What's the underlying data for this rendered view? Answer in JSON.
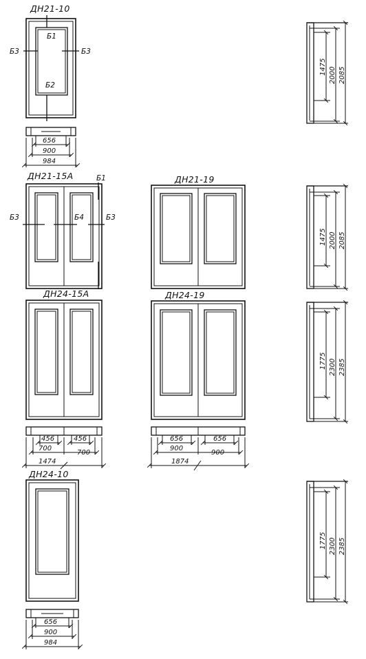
{
  "doors": {
    "dn21_10": {
      "title": "ДН21-10",
      "section_top": "Б1",
      "section_bottom": "Б2",
      "section_left": "Б3",
      "section_right": "Б3",
      "dims": [
        "656",
        "900",
        "984"
      ]
    },
    "dn21_15a": {
      "title": "ДН21-15А",
      "section_top": "Б1",
      "section_left": "Б3",
      "section_mid": "Б4",
      "section_right": "Б3"
    },
    "dn21_19": {
      "title": "ДН21-19"
    },
    "dn24_15a": {
      "title": "ДН24-15А",
      "dims": [
        "456",
        "456",
        "700",
        "700",
        "1474"
      ]
    },
    "dn24_19": {
      "title": "ДН24-19",
      "dims": [
        "656",
        "656",
        "900",
        "900",
        "1874"
      ]
    },
    "dn24_10": {
      "title": "ДН24-10",
      "dims": [
        "656",
        "900",
        "984"
      ]
    }
  },
  "sections": [
    {
      "dims": [
        "1475",
        "2000",
        "2085"
      ]
    },
    {
      "dims": [
        "1475",
        "2000",
        "2085"
      ]
    },
    {
      "dims": [
        "1775",
        "2300",
        "2385"
      ]
    },
    {
      "dims": [
        "1775",
        "2300",
        "2385"
      ]
    }
  ]
}
